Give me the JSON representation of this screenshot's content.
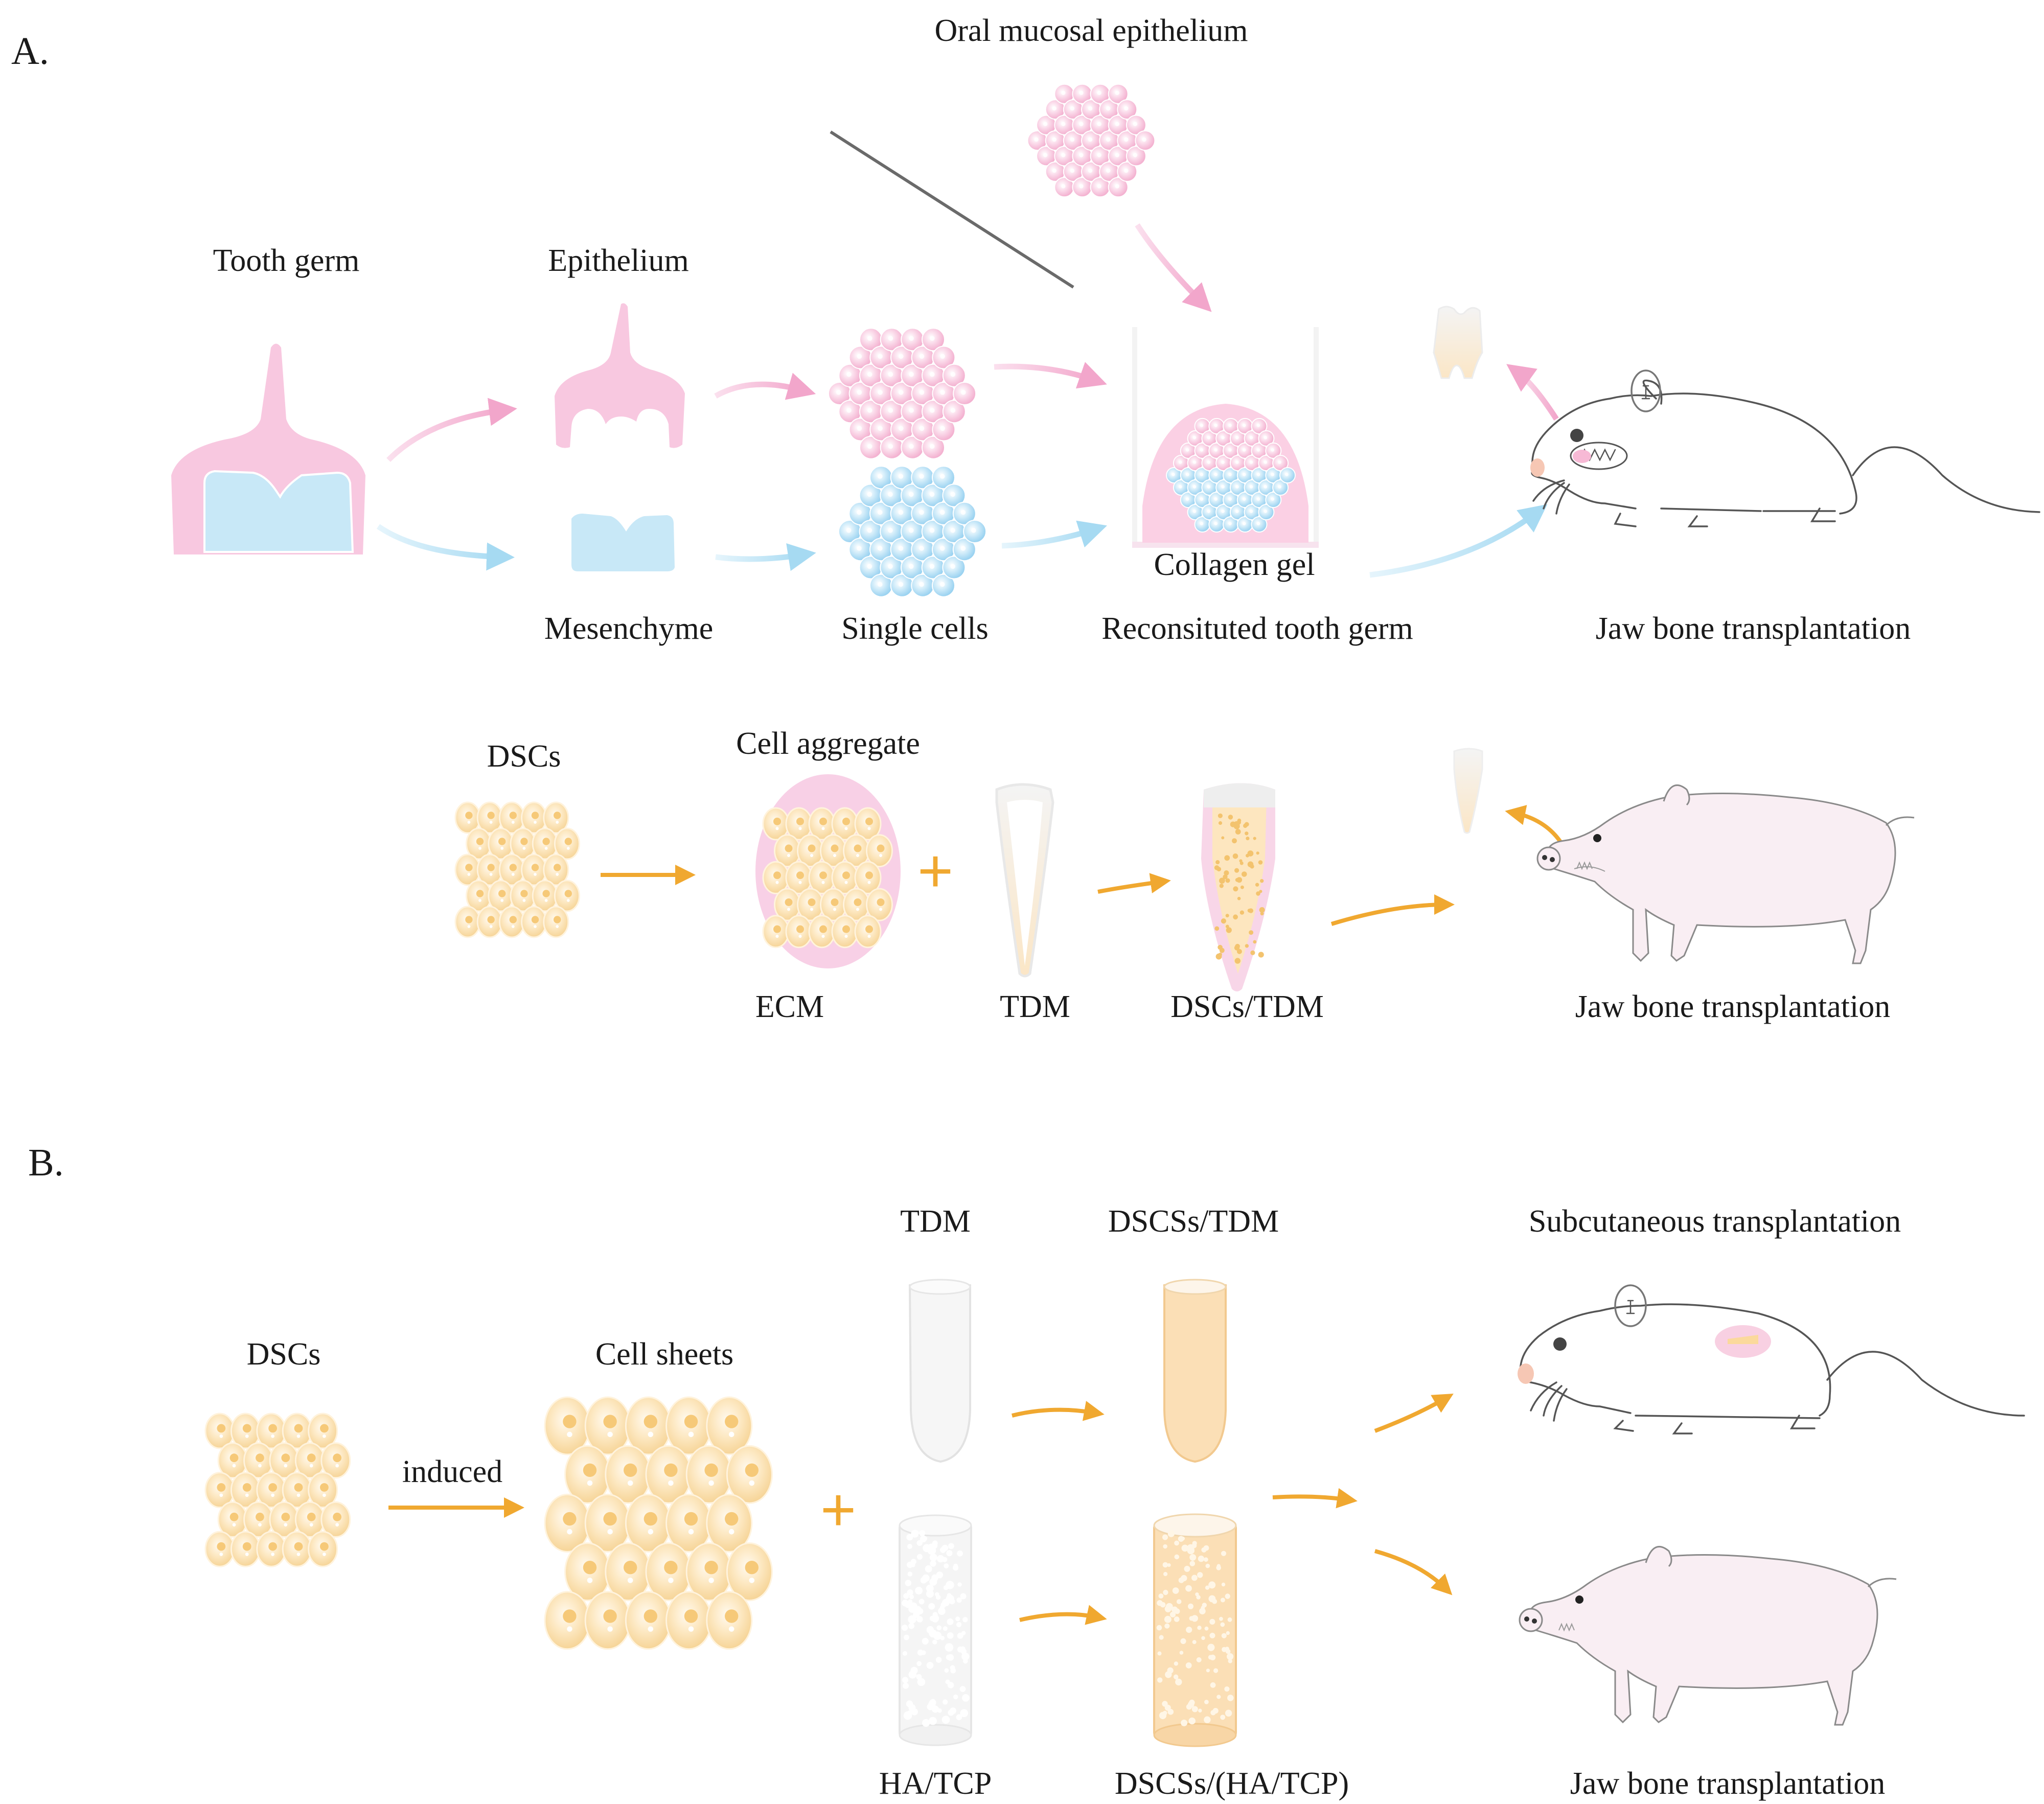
{
  "panel_a": {
    "letter": "A.",
    "labels": {
      "oral_mucosal_epithelium": "Oral mucosal epithelium",
      "tooth_germ": "Tooth germ",
      "epithelium": "Epithelium",
      "mesenchyme": "Mesenchyme",
      "single_cells": "Single cells",
      "collagen_gel": "Collagen gel",
      "reconstituted_tooth_germ": "Reconsituted tooth germ",
      "jaw_bone_transplantation": "Jaw bone transplantation"
    },
    "row2": {
      "dscs": "DSCs",
      "cell_aggregate": "Cell aggregate",
      "ecm": "ECM",
      "plus": "+",
      "tdm": "TDM",
      "dscs_tdm": "DSCs/TDM",
      "jaw_bone_transplantation": "Jaw bone transplantation"
    }
  },
  "panel_b": {
    "letter": "B.",
    "labels": {
      "dscs": "DSCs",
      "induced": "induced",
      "cell_sheets": "Cell sheets",
      "plus": "+",
      "tdm": "TDM",
      "dscss_tdm": "DSCSs/TDM",
      "ha_tcp": "HA/TCP",
      "dscss_ha_tcp": "DSCSs/(HA/TCP)",
      "subcutaneous_transplantation": "Subcutaneous transplantation",
      "jaw_bone_transplantation": "Jaw bone transplantation"
    }
  },
  "colors": {
    "pink": "#f7c6df",
    "pink_dark": "#f0a6c8",
    "blue": "#c9e7f6",
    "blue_dark": "#9fd3ef",
    "yellow": "#fbe3b5",
    "yellow_dark": "#f5cf86",
    "orange": "#f0a830",
    "gray": "#666666"
  }
}
